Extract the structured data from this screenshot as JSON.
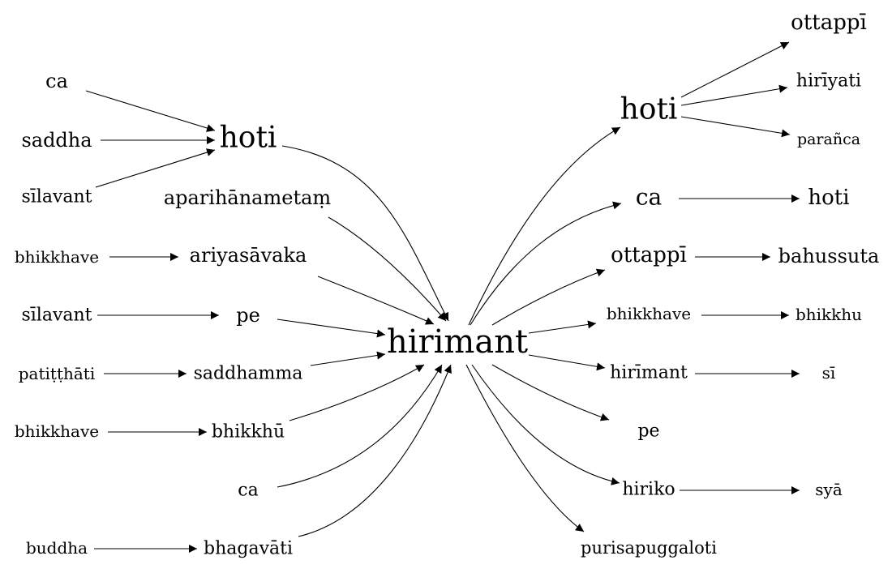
{
  "nodes": {
    "center": "hirimant",
    "l_ca": "ca",
    "l_saddha": "saddha",
    "l_silavant1": "sīlavant",
    "l_hoti": "hoti",
    "l_apari": "aparihānametaṃ",
    "l_bhikkhave1": "bhikkhave",
    "l_ariya": "ariyasāvaka",
    "l_silavant2": "sīlavant",
    "l_pe": "pe",
    "l_pati": "patiṭṭhāti",
    "l_saddhamma": "saddhamma",
    "l_bhikkhave2": "bhikkhave",
    "l_bhikkhu": "bhikkhū",
    "l_ca2": "ca",
    "l_buddha": "buddha",
    "l_bhagavati": "bhagavāti",
    "r_hoti": "hoti",
    "r_ottappi_top": "ottappī",
    "r_hiriyati": "hirīyati",
    "r_paranca": "parañca",
    "r_ca": "ca",
    "r_hoti2": "hoti",
    "r_ottappi": "ottappī",
    "r_bahussuta": "bahussuta",
    "r_bhikkhave": "bhikkhave",
    "r_bhikkhu": "bhikkhu",
    "r_hirimant": "hirīmant",
    "r_si": "sī",
    "r_pe": "pe",
    "r_hiriko": "hiriko",
    "r_sya": "syā",
    "r_purisa": "purisapuggaloti"
  }
}
